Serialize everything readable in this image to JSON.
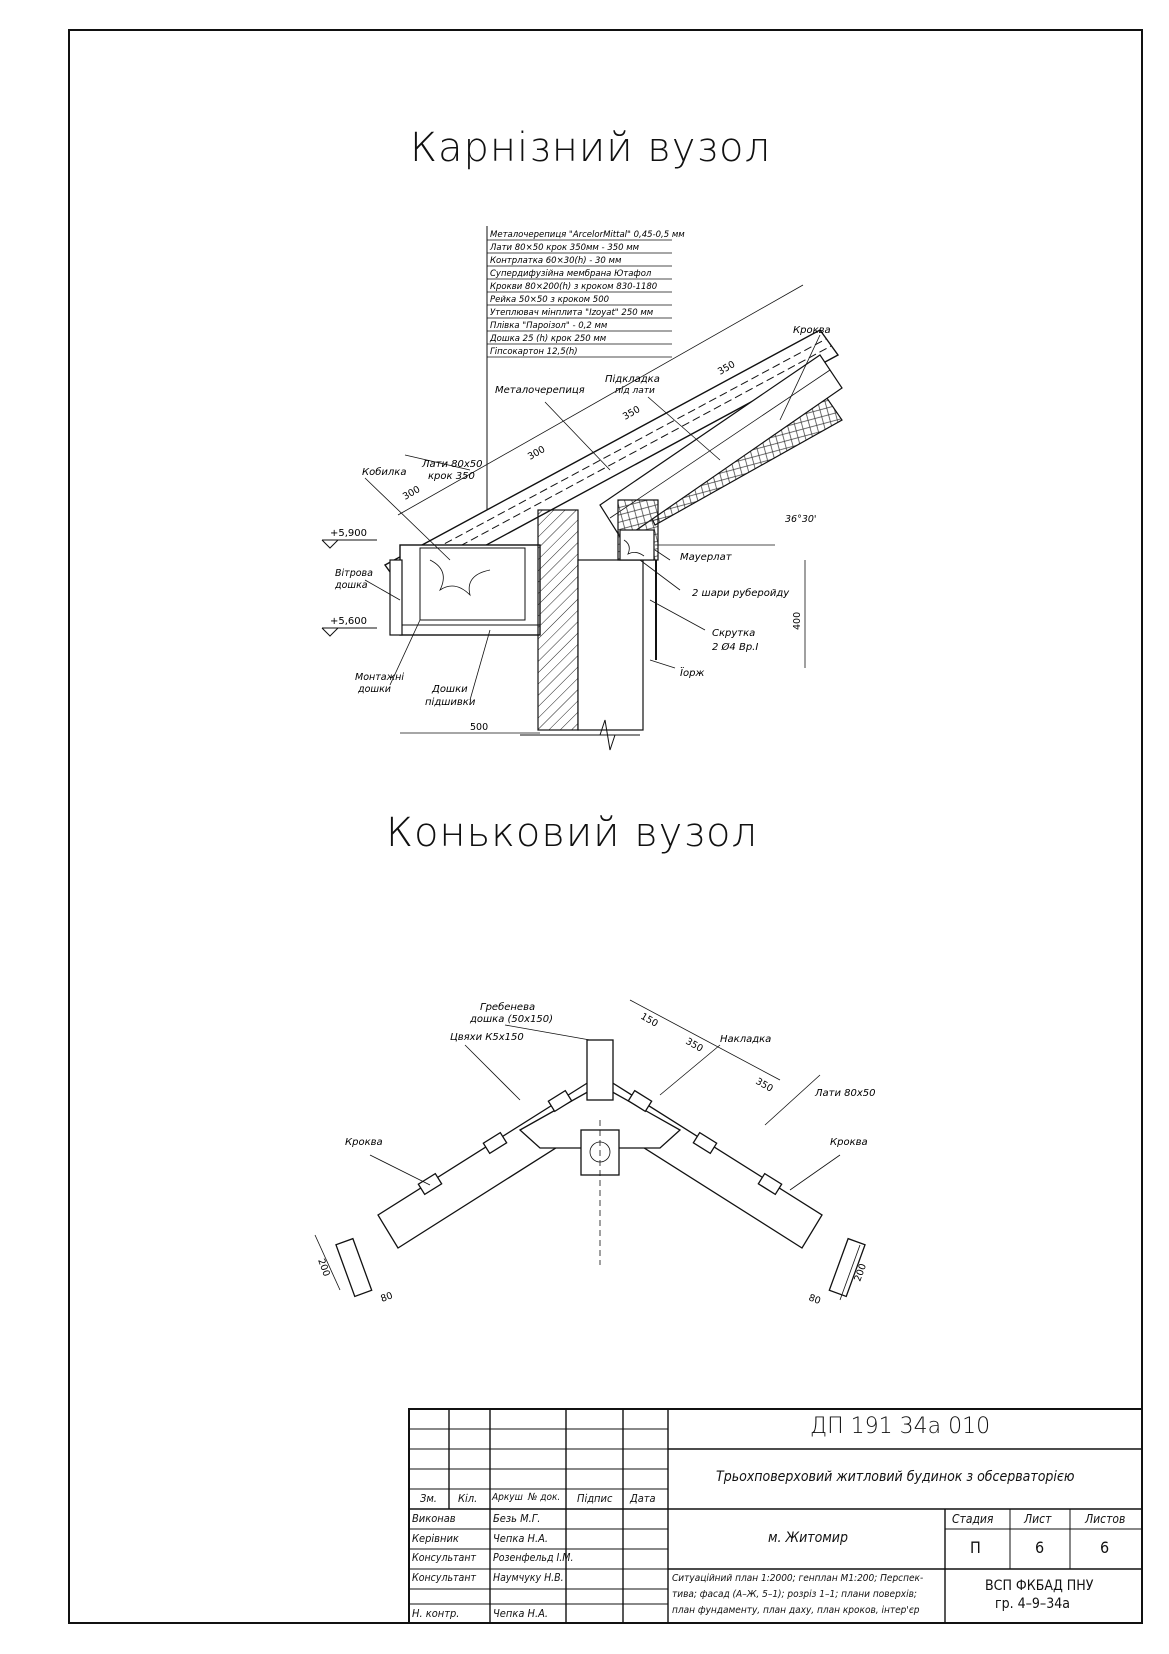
{
  "titles": {
    "eaves": "Карнізний вузол",
    "ridge": "Коньковий вузол"
  },
  "eaves_node": {
    "layers": [
      "Металочерепиця \"ArcelorMittal\" 0,45-0,5 мм",
      "Лати 80×50 крок 350мм - 350 мм",
      "Контрлатка 60×30(h) - 30 мм",
      "Супердифузійна мембрана Ютафол",
      "Крокви 80×200(h) з кроком 830-1180",
      "Рейка 50×50 з кроком 500",
      "Утеплювач мінплита \"Izoyat\" 250 мм",
      "Плівка \"Пароізол\" - 0,2 мм",
      "Дошка 25 (h) крок 250 мм",
      "Гіпсокартон 12,5(h)"
    ],
    "labels": {
      "krokva": "Кроква",
      "pidkladka": "Підкладка",
      "pid_laty": "під лати",
      "metalocherepytsia": "Металочерепиця",
      "kobylka": "Кобилка",
      "laty": "Лати 80х50",
      "krok": "крок 350",
      "vitrova1": "Вітрова",
      "vitrova2": "дошка",
      "montazhni1": "Монтажні",
      "montazhni2": "дошки",
      "doshky1": "Дошки",
      "doshky2": "підшивки",
      "mauerlat": "Мауерлат",
      "ruberoid": "2 шари руберойду",
      "skrutka1": "Скрутка",
      "skrutka2": "2 Ø4 Вр.І",
      "yorzh": "Їорж",
      "angle": "36°30'",
      "mark_upper": "+5,900",
      "mark_lower": "+5,600"
    },
    "dims": {
      "d350a": "350",
      "d350b": "350",
      "d300a": "300",
      "d300b": "300",
      "d400": "400",
      "d500": "500"
    }
  },
  "ridge_node": {
    "labels": {
      "grebeneva1": "Гребенева",
      "grebeneva2": "дошка (50х150)",
      "tsviakhy": "Цвяхи К5х150",
      "nakladka": "Накладка",
      "laty": "Лати 80х50",
      "krokva_left": "Кроква",
      "krokva_right": "Кроква"
    },
    "dims": {
      "d150": "150",
      "d350a": "350",
      "d350b": "350",
      "d200a": "200",
      "d200b": "200",
      "d80a": "80",
      "d80b": "80"
    }
  },
  "stamp": {
    "code": "ДП  191  34а  010",
    "project": "Трьохповерхoвий житловий будинок з обсерваторією",
    "city": "м. Житомир",
    "headers": [
      "Зм.",
      "Кіл.",
      "Аркуш",
      "№ док.",
      "Підпис",
      "Дата"
    ],
    "roles": [
      {
        "role": "Виконав",
        "name": "Безь М.Г."
      },
      {
        "role": "Керівник",
        "name": "Чепка Н.А."
      },
      {
        "role": "Консультант",
        "name": "Розенфельд І.М."
      },
      {
        "role": "Консультант",
        "name": "Наумчуку Н.В."
      },
      {
        "role": "Н. контр.",
        "name": "Чепка Н.А."
      }
    ],
    "stage_label": "Стадия",
    "sheet_label": "Лист",
    "sheets_label": "Листов",
    "stage": "П",
    "sheet": "6",
    "sheets": "6",
    "contents": [
      "Ситуаційний план 1:2000; генплан М1:200; Перспек-",
      "тива; фасад (А–Ж, 5–1); розріз 1–1; плани поверхів;",
      "план фундаменту, план даху, план кроков, інтер'єр"
    ],
    "org1": "ВСП ФКБАД ПНУ",
    "org2": "гр. 4–9–34а"
  }
}
